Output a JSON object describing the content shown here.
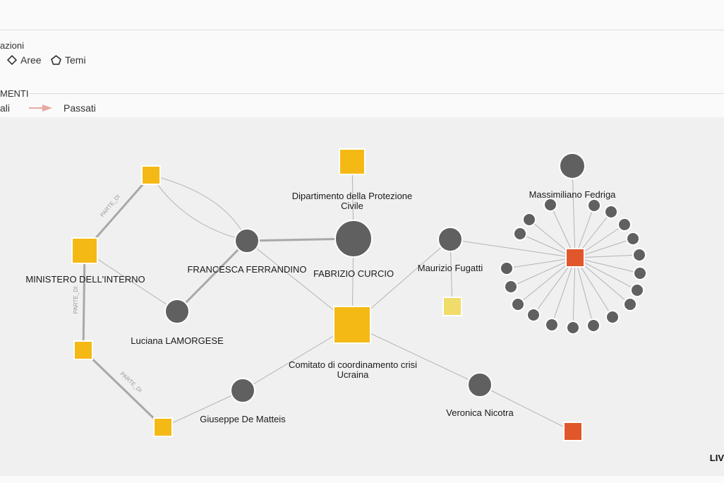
{
  "legend": {
    "relations_title": "azioni",
    "shapes": [
      {
        "icon": "diamond-icon",
        "label": "Aree"
      },
      {
        "icon": "pentagon-icon",
        "label": "Temi"
      }
    ],
    "connections_title": "MENTI",
    "lines": [
      {
        "label": "ali"
      },
      {
        "label": "Passati"
      }
    ]
  },
  "graph": {
    "labels": {
      "dipartimento_1": "Dipartimento della Protezione",
      "dipartimento_2": "Civile",
      "massimiliano": "Massimiliano Fedriga",
      "ministero": "MINISTERO DELL'INTERNO",
      "ferrandino": "FRANCESCA FERRANDINO",
      "curcio": "FABRIZIO CURCIO",
      "fugatti": "Maurizio Fugatti",
      "lamorgese": "Luciana LAMORGESE",
      "comitato_1": "Comitato di coordinamento crisi",
      "comitato_2": "Ucraina",
      "dematteis": "Giuseppe De Matteis",
      "nicotra": "Veronica Nicotra",
      "edge1": "PARTE_DI",
      "edge2": "PARTE_DI",
      "edge3": "PARTE_DI"
    },
    "corner_text": "LIV"
  },
  "colors": {
    "org": "#f5b916",
    "org_light": "#f0dc6a",
    "org_red": "#e0572b",
    "person": "#606060",
    "edge": "#b3b3b3",
    "edge_past": "#e8a9a0"
  }
}
